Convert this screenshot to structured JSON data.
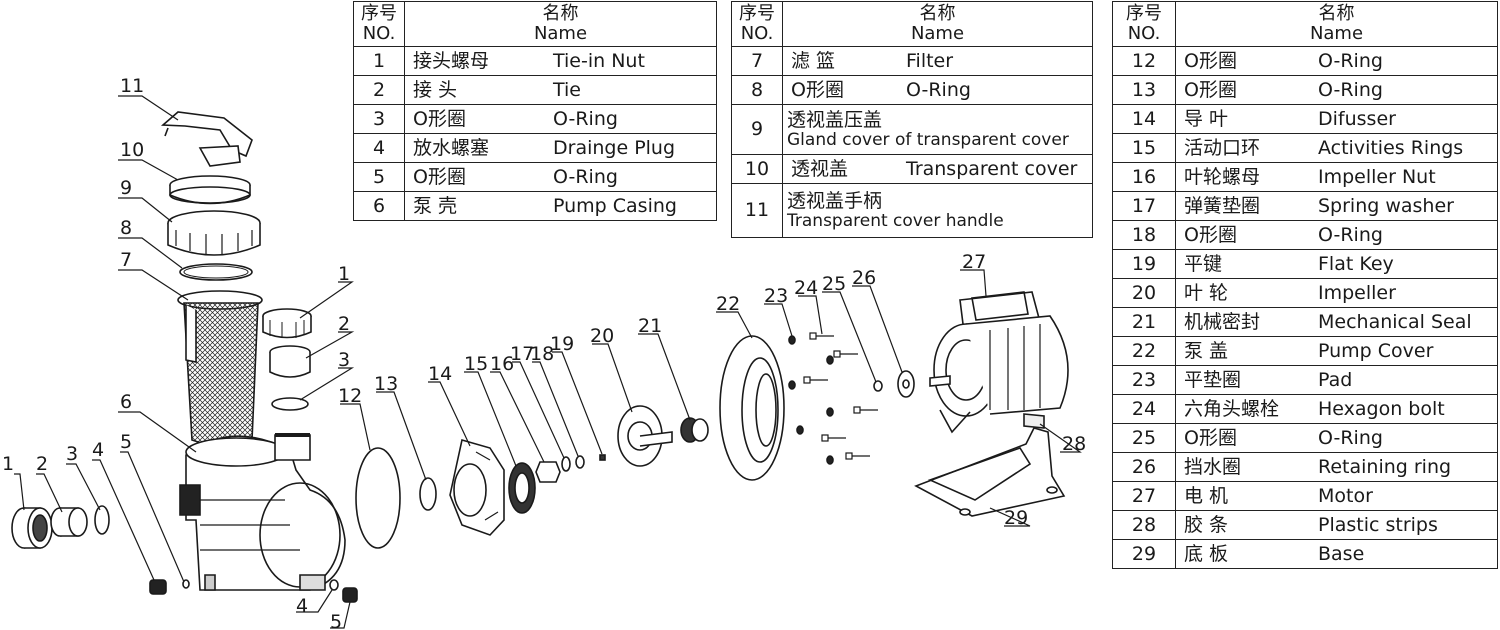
{
  "table_headers": {
    "no_cn": "序号",
    "no_en": "NO.",
    "name_cn": "名称",
    "name_en": "Name"
  },
  "tables": [
    {
      "rows": [
        {
          "no": "1",
          "cn": "接头螺母",
          "en": "Tie-in Nut"
        },
        {
          "no": "2",
          "cn": "接 头",
          "en": "Tie"
        },
        {
          "no": "3",
          "cn": "O形圈",
          "en": "O-Ring"
        },
        {
          "no": "4",
          "cn": "放水螺塞",
          "en": "Drainge Plug"
        },
        {
          "no": "5",
          "cn": "O形圈",
          "en": "O-Ring"
        },
        {
          "no": "6",
          "cn": "泵 壳",
          "en": "Pump Casing"
        }
      ]
    },
    {
      "rows": [
        {
          "no": "7",
          "cn": "滤 篮",
          "en": "Filter"
        },
        {
          "no": "8",
          "cn": "O形圈",
          "en": "O-Ring"
        },
        {
          "no": "9",
          "cn": "透视盖压盖",
          "en": "Gland cover of transparent cover",
          "wrap": true
        },
        {
          "no": "10",
          "cn": "透视盖",
          "en": "Transparent cover"
        },
        {
          "no": "11",
          "cn": "透视盖手柄",
          "en": "Transparent cover handle",
          "wrap": true
        }
      ]
    },
    {
      "rows": [
        {
          "no": "12",
          "cn": "O形圈",
          "en": "O-Ring"
        },
        {
          "no": "13",
          "cn": "O形圈",
          "en": "O-Ring"
        },
        {
          "no": "14",
          "cn": "导 叶",
          "en": "Difusser"
        },
        {
          "no": "15",
          "cn": "活动口环",
          "en": "Activities Rings"
        },
        {
          "no": "16",
          "cn": "叶轮螺母",
          "en": "Impeller Nut"
        },
        {
          "no": "17",
          "cn": "弹簧垫圈",
          "en": "Spring washer"
        },
        {
          "no": "18",
          "cn": "O形圈",
          "en": "O-Ring"
        },
        {
          "no": "19",
          "cn": "平键",
          "en": "Flat Key"
        },
        {
          "no": "20",
          "cn": "叶 轮",
          "en": "Impeller"
        },
        {
          "no": "21",
          "cn": "机械密封",
          "en": "Mechanical Seal"
        },
        {
          "no": "22",
          "cn": "泵 盖",
          "en": "Pump Cover"
        },
        {
          "no": "23",
          "cn": "平垫圈",
          "en": "Pad"
        },
        {
          "no": "24",
          "cn": "六角头螺栓",
          "en": "Hexagon bolt"
        },
        {
          "no": "25",
          "cn": "O形圈",
          "en": "O-Ring"
        },
        {
          "no": "26",
          "cn": "挡水圈",
          "en": "Retaining ring"
        },
        {
          "no": "27",
          "cn": "电 机",
          "en": "Motor"
        },
        {
          "no": "28",
          "cn": "胶 条",
          "en": "Plastic strips"
        },
        {
          "no": "29",
          "cn": "底 板",
          "en": "Base"
        }
      ]
    }
  ],
  "callouts": [
    "1",
    "2",
    "3",
    "4",
    "5",
    "6",
    "7",
    "8",
    "9",
    "10",
    "11",
    "12",
    "13",
    "14",
    "15",
    "16",
    "17",
    "18",
    "19",
    "20",
    "21",
    "22",
    "23",
    "24",
    "25",
    "26",
    "27",
    "28",
    "29",
    "1",
    "2",
    "3",
    "4",
    "5"
  ],
  "colors": {
    "line": "#1a1a1a",
    "fill": "#ffffff",
    "shade": "#d9d9d9"
  }
}
